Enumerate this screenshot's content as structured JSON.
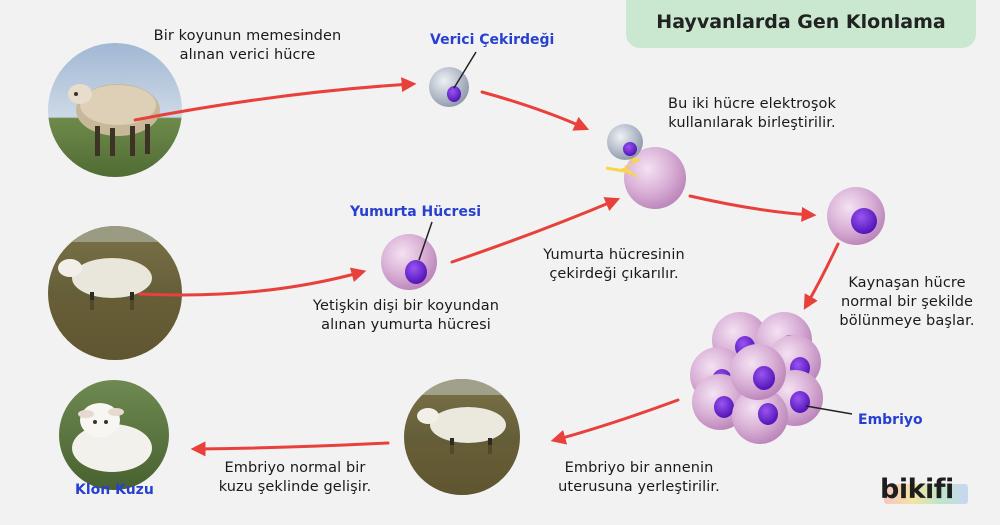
{
  "header": {
    "title": "Hayvanlarda Gen Klonlama"
  },
  "labels": {
    "donor_cell": [
      "Bir koyunun memesinden",
      "alınan verici hücre"
    ],
    "donor_nucleus": "Verici Çekirdeği",
    "fusion": [
      "Bu iki hücre elektroşok",
      "kullanılarak birleştirilir."
    ],
    "egg_cell": "Yumurta Hücresi",
    "egg_enucleated": [
      "Yumurta hücresinin",
      "çekirdeği çıkarılır."
    ],
    "egg_source": [
      "Yetişkin dişi bir koyundan",
      "alınan yumurta hücresi"
    ],
    "division": [
      "Kaynaşan hücre",
      "normal bir şekilde",
      "bölünmeye başlar."
    ],
    "embryo": "Embriyo",
    "implant": [
      "Embriyo bir annenin",
      "uterusuna yerleştirilir."
    ],
    "lamb_growth": [
      "Embriyo normal bir",
      "kuzu şeklinde gelişir."
    ],
    "clone_lamb": "Klon Kuzu"
  },
  "brand": {
    "logo": "bikifi"
  },
  "colors": {
    "arrow": "#e8413b",
    "cell_pink": "#d7a9d4",
    "nucleus": "#6a1fd6",
    "nucleus_cell_grey": "#aab3c3",
    "title_bg": "#c9e8cf",
    "label_blue": "#2840d0",
    "spark": "#f7d64a"
  }
}
